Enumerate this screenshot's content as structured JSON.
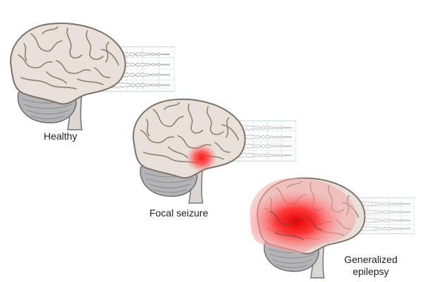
{
  "panels": [
    {
      "id": "healthy",
      "label_lines": [
        "Healthy"
      ],
      "highlight": "none"
    },
    {
      "id": "focal",
      "label_lines": [
        "Focal seizure"
      ],
      "highlight": "focal"
    },
    {
      "id": "generalized",
      "label_lines": [
        "Generalized",
        "epilepsy"
      ],
      "highlight": "generalized"
    }
  ],
  "colors": {
    "brain_fill": "#e8e1d9",
    "brain_stroke": "#7a7068",
    "cerebellum": "#b4b4b6",
    "eeg_grid": "#a9c3d6",
    "eeg_trace": "#7d7d7d",
    "seizure_red": "#ff1a1a",
    "generalized_brain_fill": "#f4a7a7"
  },
  "icons": [
    "brain-illustration",
    "eeg-chart-icon",
    "seizure-highlight"
  ]
}
